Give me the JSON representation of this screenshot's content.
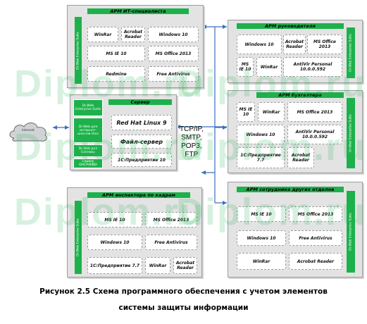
{
  "top_panel": {
    "title": "АРМ ИТ-специалиста",
    "side": "Dr.Web Enterprise Suite",
    "winrar": "WinRar",
    "acrobat": "Acrobat Reader",
    "windows": "Windows 10",
    "ie": "MS IE 10",
    "office": "MS Office 2013",
    "redmine": "Redmine",
    "antivirus": "Free Antivirus"
  },
  "manager_panel": {
    "title": "АРМ руководителя",
    "side": "Dr.Web Enterprise Suite",
    "windows": "Windows 10",
    "acrobat": "Acrobat Reader",
    "office": "MS Office 2013",
    "ie": "MS IE 10",
    "winrar": "WinRar",
    "antivir": "AntiVir Personal 10.0.0.592"
  },
  "accountant_panel": {
    "title": "АРМ бухгалтера",
    "side": "Dr.Web Enterprise Suite",
    "ie": "MS IE 10",
    "winrar": "WinRar",
    "office": "MS Office 2013",
    "windows": "Windows 10",
    "antivir": "AntiVir Personal 10.0.0.592",
    "onec": "1С:Предприятие 7.7",
    "acrobat": "Acrobat Reader"
  },
  "server_panel": {
    "title": "Сервер",
    "os": "Red Hat Linux 9",
    "fileserver": "Файл-сервер",
    "onec": "1С:Предприятие 10",
    "side_items": [
      "Dr.Web Enterprise Suite",
      "Dr.Web для интернет-шлюзов Unix",
      "Dr.Web для Gateway",
      "Сервер DHCP/BIND"
    ]
  },
  "internet": "Internet",
  "protocols": [
    "TCP/IP,",
    "SMTP,",
    "POP3,",
    "FTP"
  ],
  "hr_panel": {
    "title": "АРМ инспектора по кадрам",
    "side": "Dr.Web Enterprise Suite",
    "ie": "MS IE 10",
    "office": "MS Office 2013",
    "windows": "Windows 10",
    "antivirus": "Free Antivirus",
    "onec": "1С:Предприятие 7.7",
    "winrar": "WinRar",
    "acrobat": "Acrobat Reader"
  },
  "other_panel": {
    "title": "АРМ сотрудника других отделов",
    "side": "Dr.Web Enterprise Suite",
    "ie": "MS IE 10",
    "office": "MS Office 2013",
    "windows": "Windows 10",
    "antivirus": "Free Antivirus",
    "winrar": "WinRar",
    "acrobat": "Acrobat Reader"
  },
  "caption": {
    "line1": "Рисунок 2.5 Схема программного обеспечения с учетом элементов",
    "line2": "системы защиты информации"
  },
  "watermark": "Diplom.ru"
}
